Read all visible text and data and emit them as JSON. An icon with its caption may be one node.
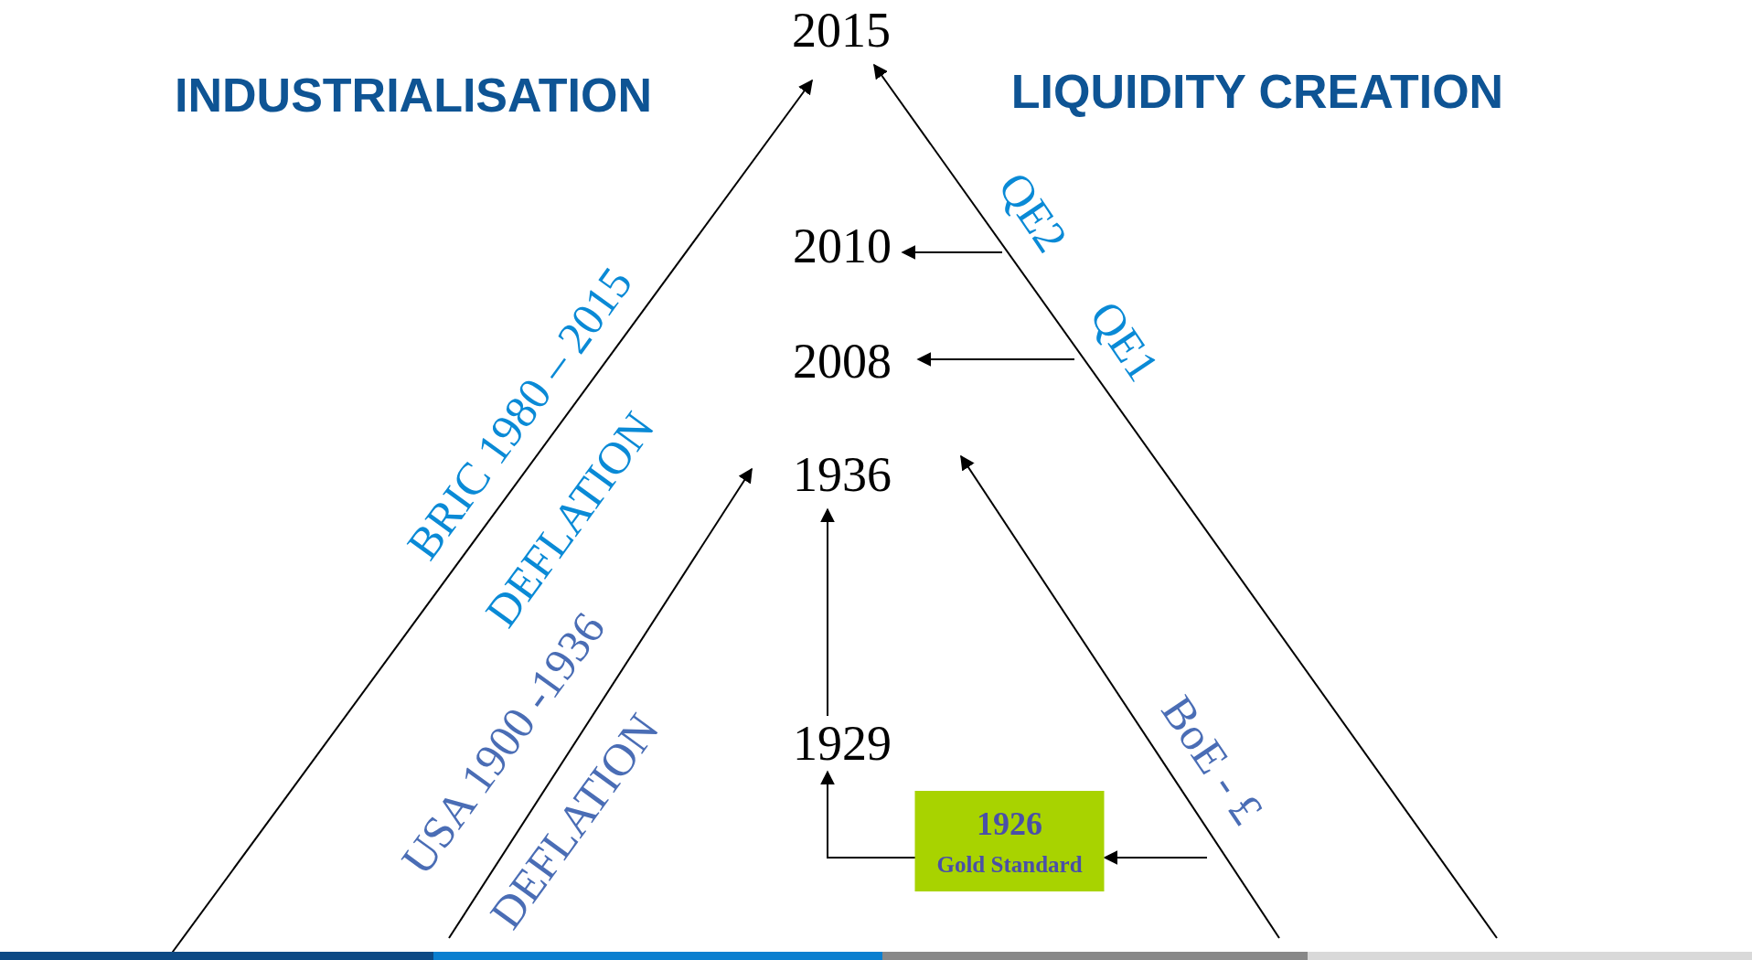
{
  "diagram": {
    "nodes": [
      {
        "text": [
          "2015"
        ]
      },
      {
        "text": [
          "2010"
        ]
      },
      {
        "text": [
          "2008"
        ]
      },
      {
        "text": [
          "1936"
        ]
      },
      {
        "text": [
          "1929"
        ]
      },
      {
        "text": [
          "1926",
          "Gold Standard"
        ]
      },
      {
        "text": [
          "QE2"
        ]
      },
      {
        "text": [
          "QE1"
        ]
      },
      {
        "text": [
          "BoE - £"
        ]
      }
    ],
    "edges": [
      {
        "from": null,
        "to": 0,
        "arrow": "to"
      },
      {
        "from": null,
        "to": 0,
        "arrow": "to"
      },
      {
        "from": null,
        "to": 3,
        "arrow": "to"
      },
      {
        "from": null,
        "to": 3,
        "arrow": "to"
      },
      {
        "from": 6,
        "to": 1,
        "arrow": "to"
      },
      {
        "from": 7,
        "to": 2,
        "arrow": "to"
      },
      {
        "from": 4,
        "to": 3,
        "arrow": "to"
      },
      {
        "from": 5,
        "to": 4,
        "arrow": "to"
      },
      {
        "from": 8,
        "to": 5,
        "arrow": "to"
      }
    ],
    "labels": [
      "INDUSTRIALISATION",
      "LIQUIDITY CREATION",
      "BRIC 1980 – 2015",
      "DEFLATION",
      "USA 1900 -1936",
      "DEFLATION"
    ]
  }
}
